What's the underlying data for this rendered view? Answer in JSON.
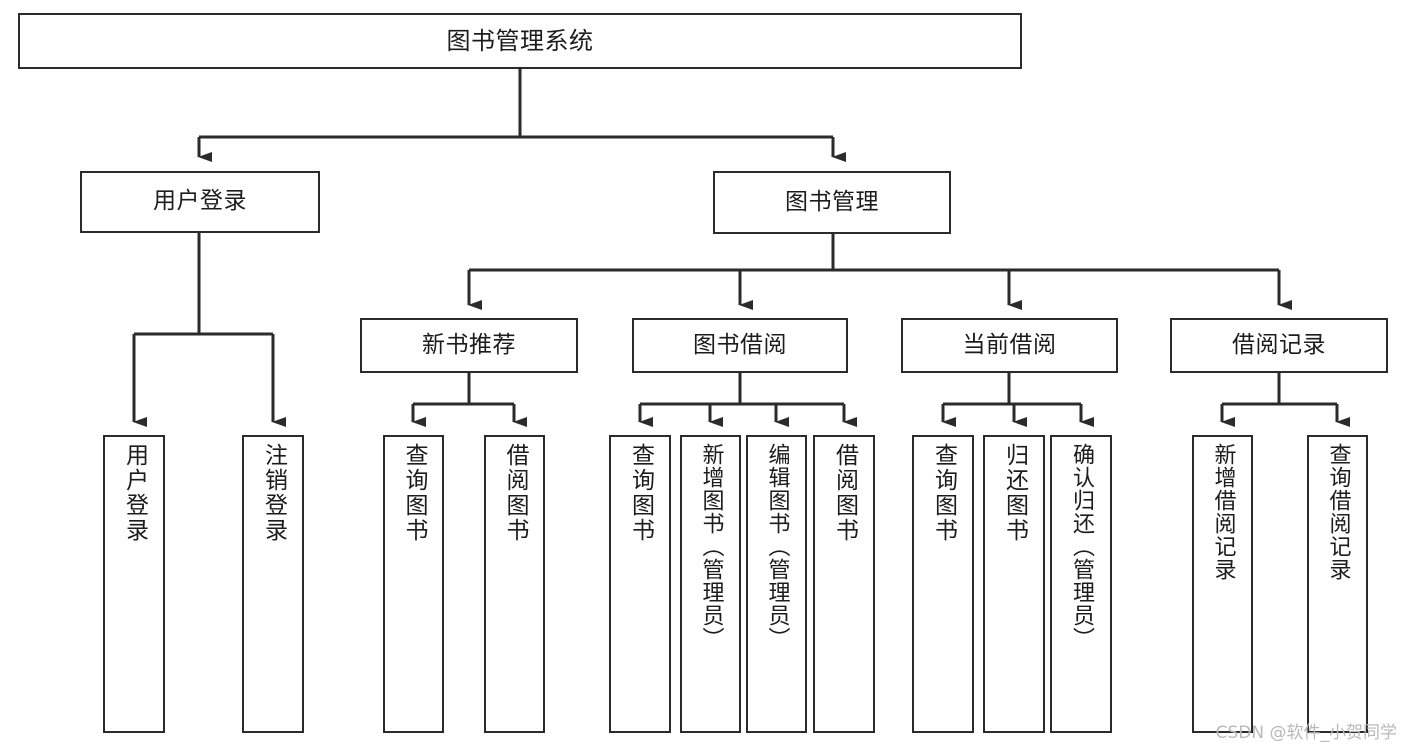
{
  "diagram": {
    "title": "图书管理系统",
    "type": "tree-hierarchy-diagram",
    "stroke_color": "#2b2b2b",
    "background_color": "#ffffff",
    "text_color": "#1c1c1c"
  },
  "root": {
    "label": "图书管理系统"
  },
  "tier2": [
    {
      "label": "用户登录"
    },
    {
      "label": "图书管理"
    }
  ],
  "tier3": [
    {
      "label": "新书推荐"
    },
    {
      "label": "图书借阅"
    },
    {
      "label": "当前借阅"
    },
    {
      "label": "借阅记录"
    }
  ],
  "leaves": {
    "user_login": [
      {
        "label": "用户登录"
      },
      {
        "label": "注销登录"
      }
    ],
    "new_book_recommend": [
      {
        "label": "查询图书"
      },
      {
        "label": "借阅图书"
      }
    ],
    "book_borrow": [
      {
        "label": "查询图书"
      },
      {
        "label": "新增图书（管理员）"
      },
      {
        "label": "编辑图书（管理员）"
      },
      {
        "label": "借阅图书"
      }
    ],
    "current_borrow": [
      {
        "label": "查询图书"
      },
      {
        "label": "归还图书"
      },
      {
        "label": "确认归还（管理员）"
      }
    ],
    "borrow_record": [
      {
        "label": "新增借阅记录"
      },
      {
        "label": "查询借阅记录"
      }
    ]
  },
  "watermark": {
    "text": "CSDN @软件_小贺同学"
  }
}
